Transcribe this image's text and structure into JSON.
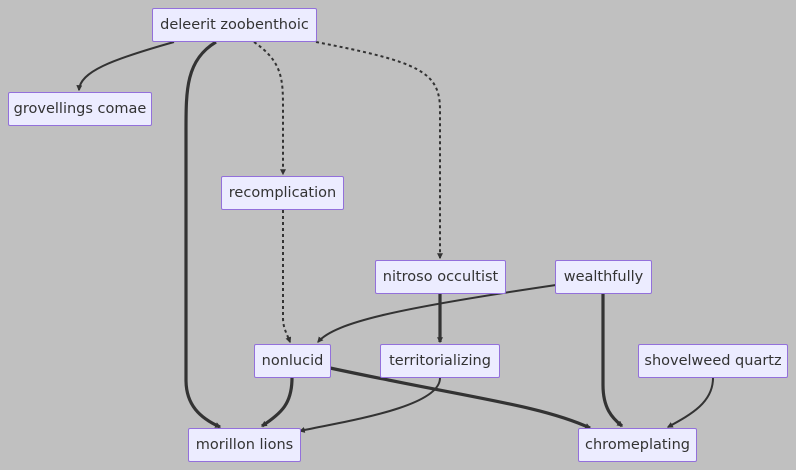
{
  "diagram": {
    "nodes": [
      {
        "id": "n1",
        "label": "deleerit zoobenthoic"
      },
      {
        "id": "n2",
        "label": "grovellings comae"
      },
      {
        "id": "n3",
        "label": "recomplication"
      },
      {
        "id": "n4",
        "label": "nitroso occultist"
      },
      {
        "id": "n5",
        "label": "wealthfully"
      },
      {
        "id": "n6",
        "label": "nonlucid"
      },
      {
        "id": "n7",
        "label": "territorializing"
      },
      {
        "id": "n8",
        "label": "shovelweed quartz"
      },
      {
        "id": "n9",
        "label": "morillon lions"
      },
      {
        "id": "n10",
        "label": "chromeplating"
      }
    ],
    "edges": [
      {
        "from": "deleerit zoobenthoic",
        "to": "grovellings comae",
        "style": "normal"
      },
      {
        "from": "deleerit zoobenthoic",
        "to": "morillon lions",
        "style": "thick"
      },
      {
        "from": "deleerit zoobenthoic",
        "to": "recomplication",
        "style": "dotted"
      },
      {
        "from": "deleerit zoobenthoic",
        "to": "nitroso occultist",
        "style": "dotted"
      },
      {
        "from": "recomplication",
        "to": "nonlucid",
        "style": "dotted"
      },
      {
        "from": "nitroso occultist",
        "to": "territorializing",
        "style": "thick"
      },
      {
        "from": "wealthfully",
        "to": "nonlucid",
        "style": "normal"
      },
      {
        "from": "wealthfully",
        "to": "chromeplating",
        "style": "thick"
      },
      {
        "from": "nonlucid",
        "to": "morillon lions",
        "style": "thick"
      },
      {
        "from": "nonlucid",
        "to": "chromeplating",
        "style": "thick"
      },
      {
        "from": "territorializing",
        "to": "morillon lions",
        "style": "normal"
      },
      {
        "from": "shovelweed quartz",
        "to": "chromeplating",
        "style": "normal"
      }
    ]
  }
}
